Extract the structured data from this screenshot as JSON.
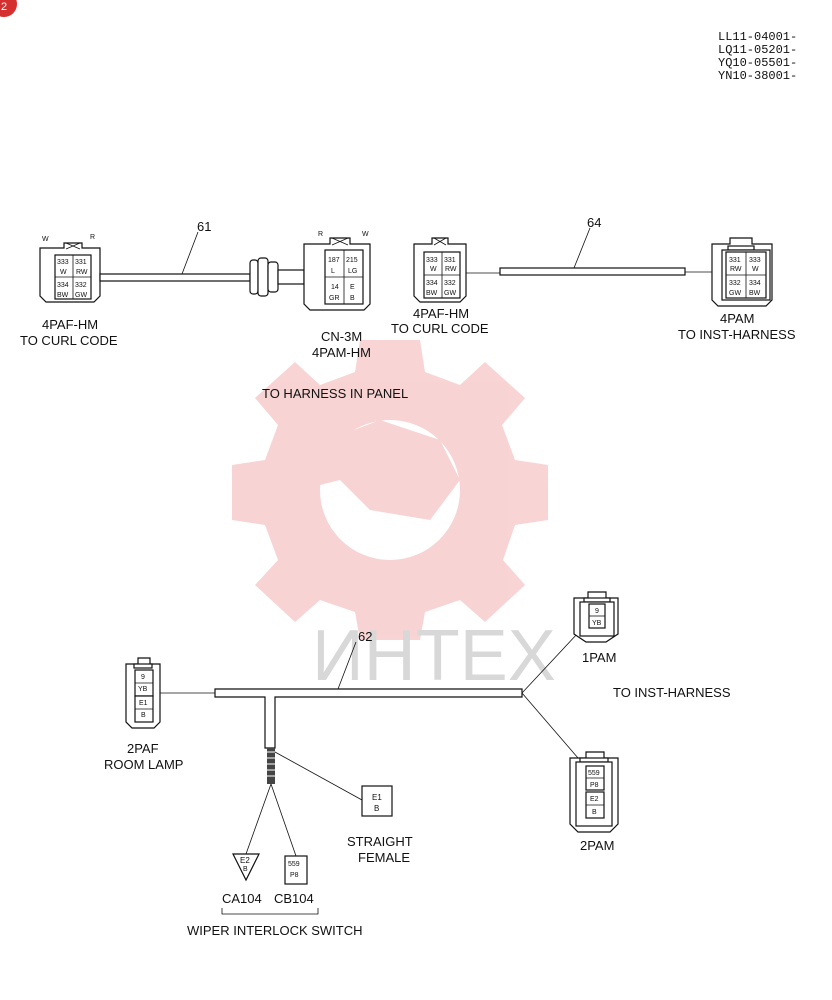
{
  "page_badge": "2",
  "serial_codes": [
    "LL11-04001-",
    "LQ11-05201-",
    "YQ10-05501-",
    "YN10-38001-"
  ],
  "watermark": "ИНТЕХ",
  "colors": {
    "watermark_logo": "#f3b8b8",
    "watermark_text": "#d8d8d8",
    "badge": "#d62f2f"
  },
  "top_section": {
    "label": "TO HARNESS IN PANEL",
    "wire_61": "61",
    "wire_64": "64",
    "conn_left": {
      "pin_w": "W",
      "pin_r": "R",
      "cells": [
        "333",
        "331",
        "W",
        "RW",
        "334",
        "332",
        "BW",
        "GW"
      ],
      "label1": "4PAF-HM",
      "label2": "TO CURL CODE"
    },
    "conn_cn3m": {
      "pin_r": "R",
      "pin_w": "W",
      "cells": [
        "187",
        "215",
        "L",
        "LG",
        "14",
        "E",
        "GR",
        "B"
      ],
      "label1": "CN-3M",
      "label2": "4PAM-HM"
    },
    "conn_mid": {
      "cells": [
        "333",
        "331",
        "W",
        "RW",
        "334",
        "332",
        "BW",
        "GW"
      ],
      "label1": "4PAF-HM",
      "label2": "TO CURL CODE"
    },
    "conn_right": {
      "cells": [
        "331",
        "333",
        "RW",
        "W",
        "332",
        "334",
        "GW",
        "BW"
      ],
      "label1": "4PAM",
      "label2": "TO INST-HARNESS"
    }
  },
  "bottom_section": {
    "wire_62": "62",
    "to_inst": "TO INST-HARNESS",
    "conn_2paf": {
      "cells": [
        "9",
        "YB",
        "E1",
        "B"
      ],
      "label1": "2PAF",
      "label2": "ROOM LAMP"
    },
    "conn_1pam": {
      "cells": [
        "9",
        "YB"
      ],
      "label1": "1PAM"
    },
    "conn_2pam": {
      "cells": [
        "559",
        "P8",
        "E2",
        "B"
      ],
      "label1": "2PAM"
    },
    "straight": {
      "cells": [
        "E1",
        "B"
      ],
      "label1": "STRAIGHT",
      "label2": "FEMALE"
    },
    "ca104": {
      "cells": [
        "E2",
        "B"
      ],
      "label": "CA104"
    },
    "cb104": {
      "cells": [
        "559",
        "P8"
      ],
      "label": "CB104"
    },
    "wiper_label": "WIPER INTERLOCK SWITCH"
  }
}
